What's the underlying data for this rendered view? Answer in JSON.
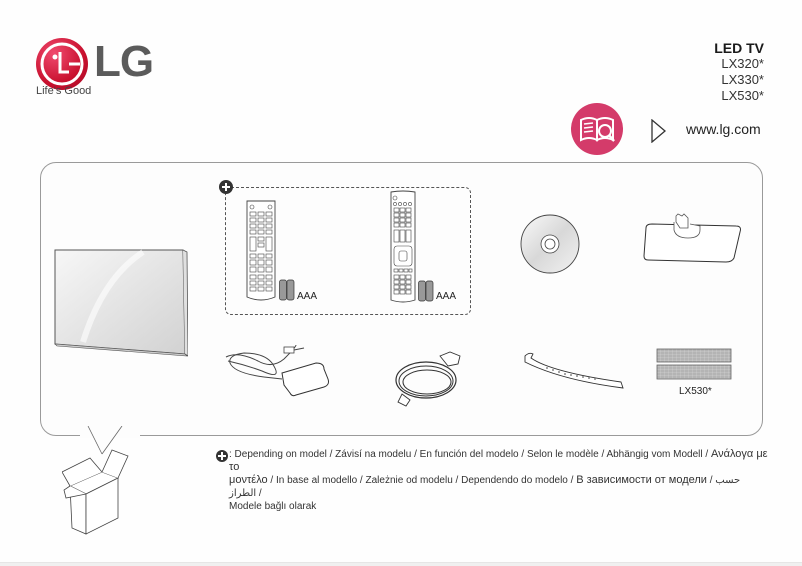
{
  "brand": {
    "name": "LG",
    "tagline": "Life's Good",
    "color": "#c8102e"
  },
  "product": {
    "title": "LED TV",
    "models": [
      "LX320*",
      "LX330*",
      "LX530*"
    ]
  },
  "manual_link": {
    "icon": "book-magnifier-icon",
    "arrow": "play-arrow-icon",
    "url": "www.lg.com",
    "icon_color": "#d43b6a"
  },
  "accessories": {
    "items": [
      {
        "name": "tv-set",
        "icon": "tv-icon"
      },
      {
        "name": "remote-control-1",
        "icon": "remote-icon",
        "battery_label": "AAA",
        "optional": true
      },
      {
        "name": "remote-control-2",
        "icon": "remote-icon",
        "battery_label": "AAA",
        "optional": true
      },
      {
        "name": "cd-disc",
        "icon": "cd-icon"
      },
      {
        "name": "stand-base",
        "icon": "stand-icon"
      },
      {
        "name": "ac-dc-adapter",
        "icon": "adapter-icon"
      },
      {
        "name": "power-cord",
        "icon": "power-cord-icon"
      },
      {
        "name": "cable-holder",
        "icon": "cable-holder-icon"
      },
      {
        "name": "speaker-bars",
        "icon": "speaker-icon",
        "caption": "LX530*"
      }
    ]
  },
  "footnote": {
    "icon": "plus-circle-icon",
    "line1_a": ": Depending on model / Závisí na modelu / En función del modelo / Selon le modèle / Abhängig vom Modell / ",
    "line1_b": "Ανάλογα με το",
    "line2_a": "μοντέλο",
    "line2_b": " / In base al modello / Zależnie od modelu / Dependendo do modelo / ",
    "line2_c": "В зависимости от модели",
    "line2_d": " / حسب الطراز /",
    "line3": "Modele bağlı olarak"
  }
}
